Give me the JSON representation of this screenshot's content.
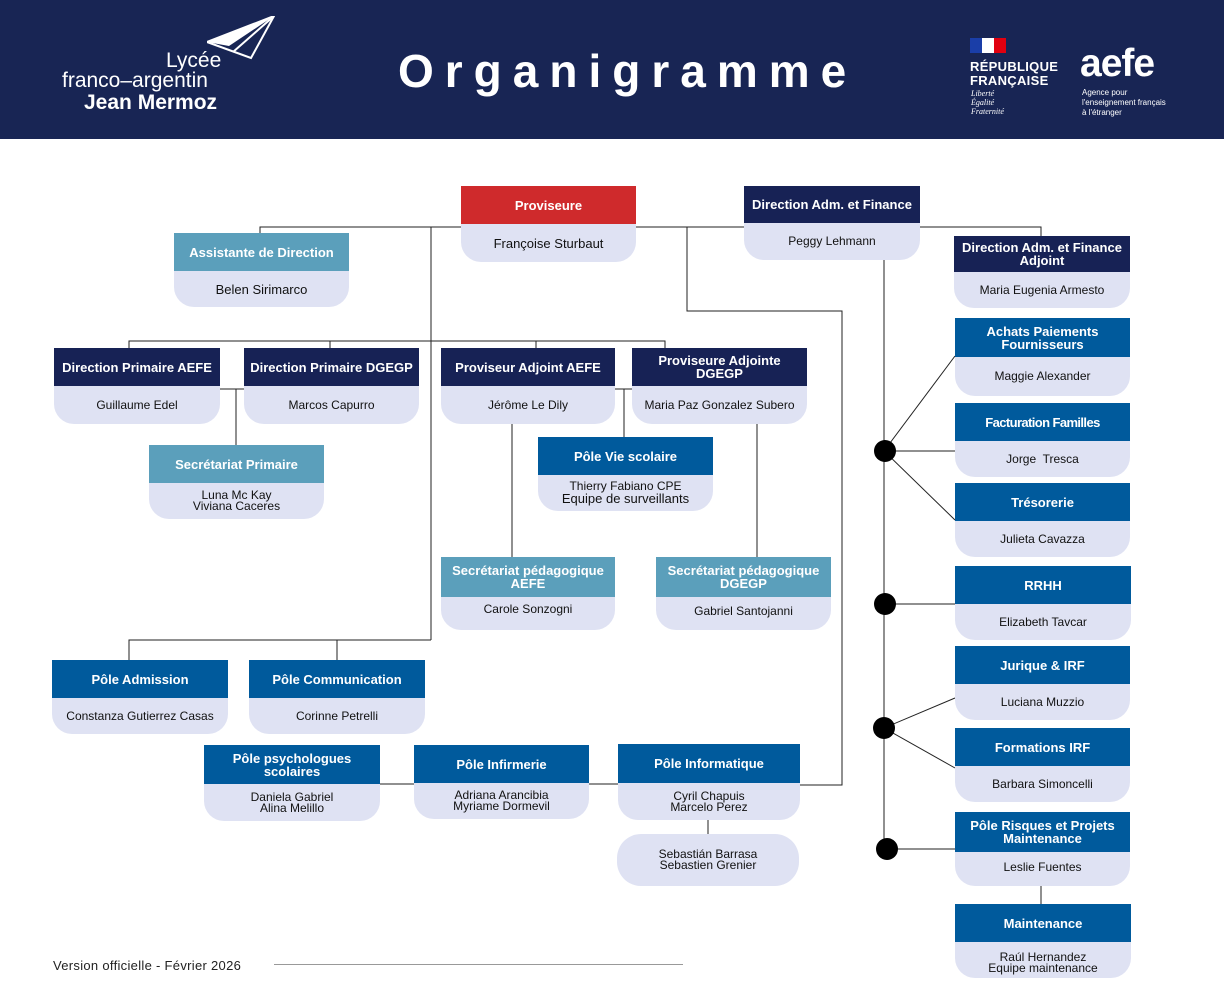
{
  "header": {
    "school": {
      "line1": "Lycée",
      "line2": "franco–argentin",
      "line3": "Jean Mermoz"
    },
    "title": "Organigramme",
    "republique": {
      "line1": "RÉPUBLIQUE",
      "line2": "FRANÇAISE",
      "motto": [
        "Liberté",
        "Égalité",
        "Fraternité"
      ]
    },
    "aefe": {
      "name": "aefe",
      "tagline": [
        "Agence pour",
        "l'enseignement français",
        "à l'étranger"
      ]
    }
  },
  "nodes": {
    "proviseure": {
      "title": "Proviseure",
      "people": "Françoise Sturbaut"
    },
    "daf": {
      "title": "Direction Adm. et Finance",
      "people": "Peggy Lehmann"
    },
    "assistante": {
      "title": "Assistante de Direction",
      "people": "Belen Sirimarco"
    },
    "daf_adjoint": {
      "title": "Direction Adm. et Finance Adjoint",
      "people": "Maria Eugenia Armesto"
    },
    "dir_primaire_aefe": {
      "title": "Direction Primaire AEFE",
      "people": "Guillaume Edel"
    },
    "dir_primaire_dgegp": {
      "title": "Direction Primaire DGEGP",
      "people": "Marcos Capurro"
    },
    "proviseur_adjoint": {
      "title": "Proviseur Adjoint AEFE",
      "people": "Jérôme Le Dily"
    },
    "proviseure_adjointe": {
      "title": "Proviseure Adjointe DGEGP",
      "people": "Maria Paz Gonzalez Subero"
    },
    "secretariat_primaire": {
      "title": "Secrétariat Primaire",
      "people": "Luna Mc Kay\nViviana Caceres"
    },
    "vie_scolaire": {
      "title": "Pôle Vie scolaire",
      "people": "Thierry Fabiano CPE",
      "people2": "Equipe de surveillants"
    },
    "secr_peda_aefe": {
      "title": "Secrétariat pédagogique AEFE",
      "people": "Carole Sonzogni"
    },
    "secr_peda_dgegp": {
      "title": "Secrétariat pédagogique DGEGP",
      "people": "Gabriel Santojanni"
    },
    "pole_admission": {
      "title": "Pôle Admission",
      "people": "Constanza Gutierrez Casas"
    },
    "pole_communication": {
      "title": "Pôle Communication",
      "people": "Corinne Petrelli"
    },
    "pole_psychologues": {
      "title": "Pôle psychologues scolaires",
      "people": "Daniela Gabriel\nAlina Melillo"
    },
    "pole_infirmerie": {
      "title": "Pôle Infirmerie",
      "people": "Adriana Arancibia\nMyriame Dormevil"
    },
    "pole_informatique": {
      "title": "Pôle Informatique",
      "people": "Cyril Chapuis\nMarcelo Perez"
    },
    "informatique_team": {
      "people": "Sebastián Barrasa\nSebastien Grenier"
    },
    "achats": {
      "title": "Achats Paiements Fournisseurs",
      "people": "Maggie Alexander"
    },
    "facturation": {
      "title": "Facturation Familles",
      "people": "Jorge  Tresca"
    },
    "tresorerie": {
      "title": "Trésorerie",
      "people": "Julieta Cavazza"
    },
    "rrhh": {
      "title": "RRHH",
      "people": "Elizabeth Tavcar"
    },
    "juridique": {
      "title": "Jurique & IRF",
      "people": "Luciana Muzzio"
    },
    "formations": {
      "title": "Formations IRF",
      "people": "Barbara Simoncelli"
    },
    "risques": {
      "title": "Pôle Risques et Projets Maintenance",
      "people": "Leslie Fuentes"
    },
    "maintenance": {
      "title": "Maintenance",
      "people": "Raúl Hernandez\nEquipe maintenance"
    }
  },
  "footer": {
    "version": "Version officielle - Février 2026"
  },
  "colors": {
    "header_bg": "#182554",
    "red": "#cf2a2c",
    "navy": "#172255",
    "blue": "#005a9c",
    "light_blue": "#5b9fbb",
    "card_bg": "#dfe2f3"
  }
}
